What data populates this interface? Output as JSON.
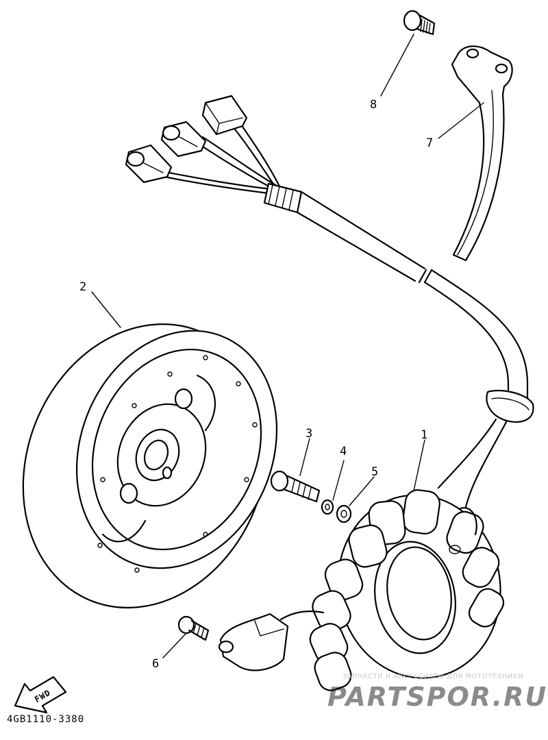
{
  "diagram": {
    "code": "4GB1110-3380",
    "fwd_label": "FWD",
    "callouts": [
      {
        "id": "1",
        "label": "1"
      },
      {
        "id": "2",
        "label": "2"
      },
      {
        "id": "3",
        "label": "3"
      },
      {
        "id": "4",
        "label": "4"
      },
      {
        "id": "5",
        "label": "5"
      },
      {
        "id": "6",
        "label": "6"
      },
      {
        "id": "7",
        "label": "7"
      },
      {
        "id": "8",
        "label": "8"
      }
    ]
  },
  "watermark": {
    "tagline": "ЗАПЧАСТИ И АКСЕССУАРЫ ДЛЯ МОТОТЕХНИКИ",
    "brand": "PARTSPOR.RU",
    "color": "#e0303a"
  }
}
